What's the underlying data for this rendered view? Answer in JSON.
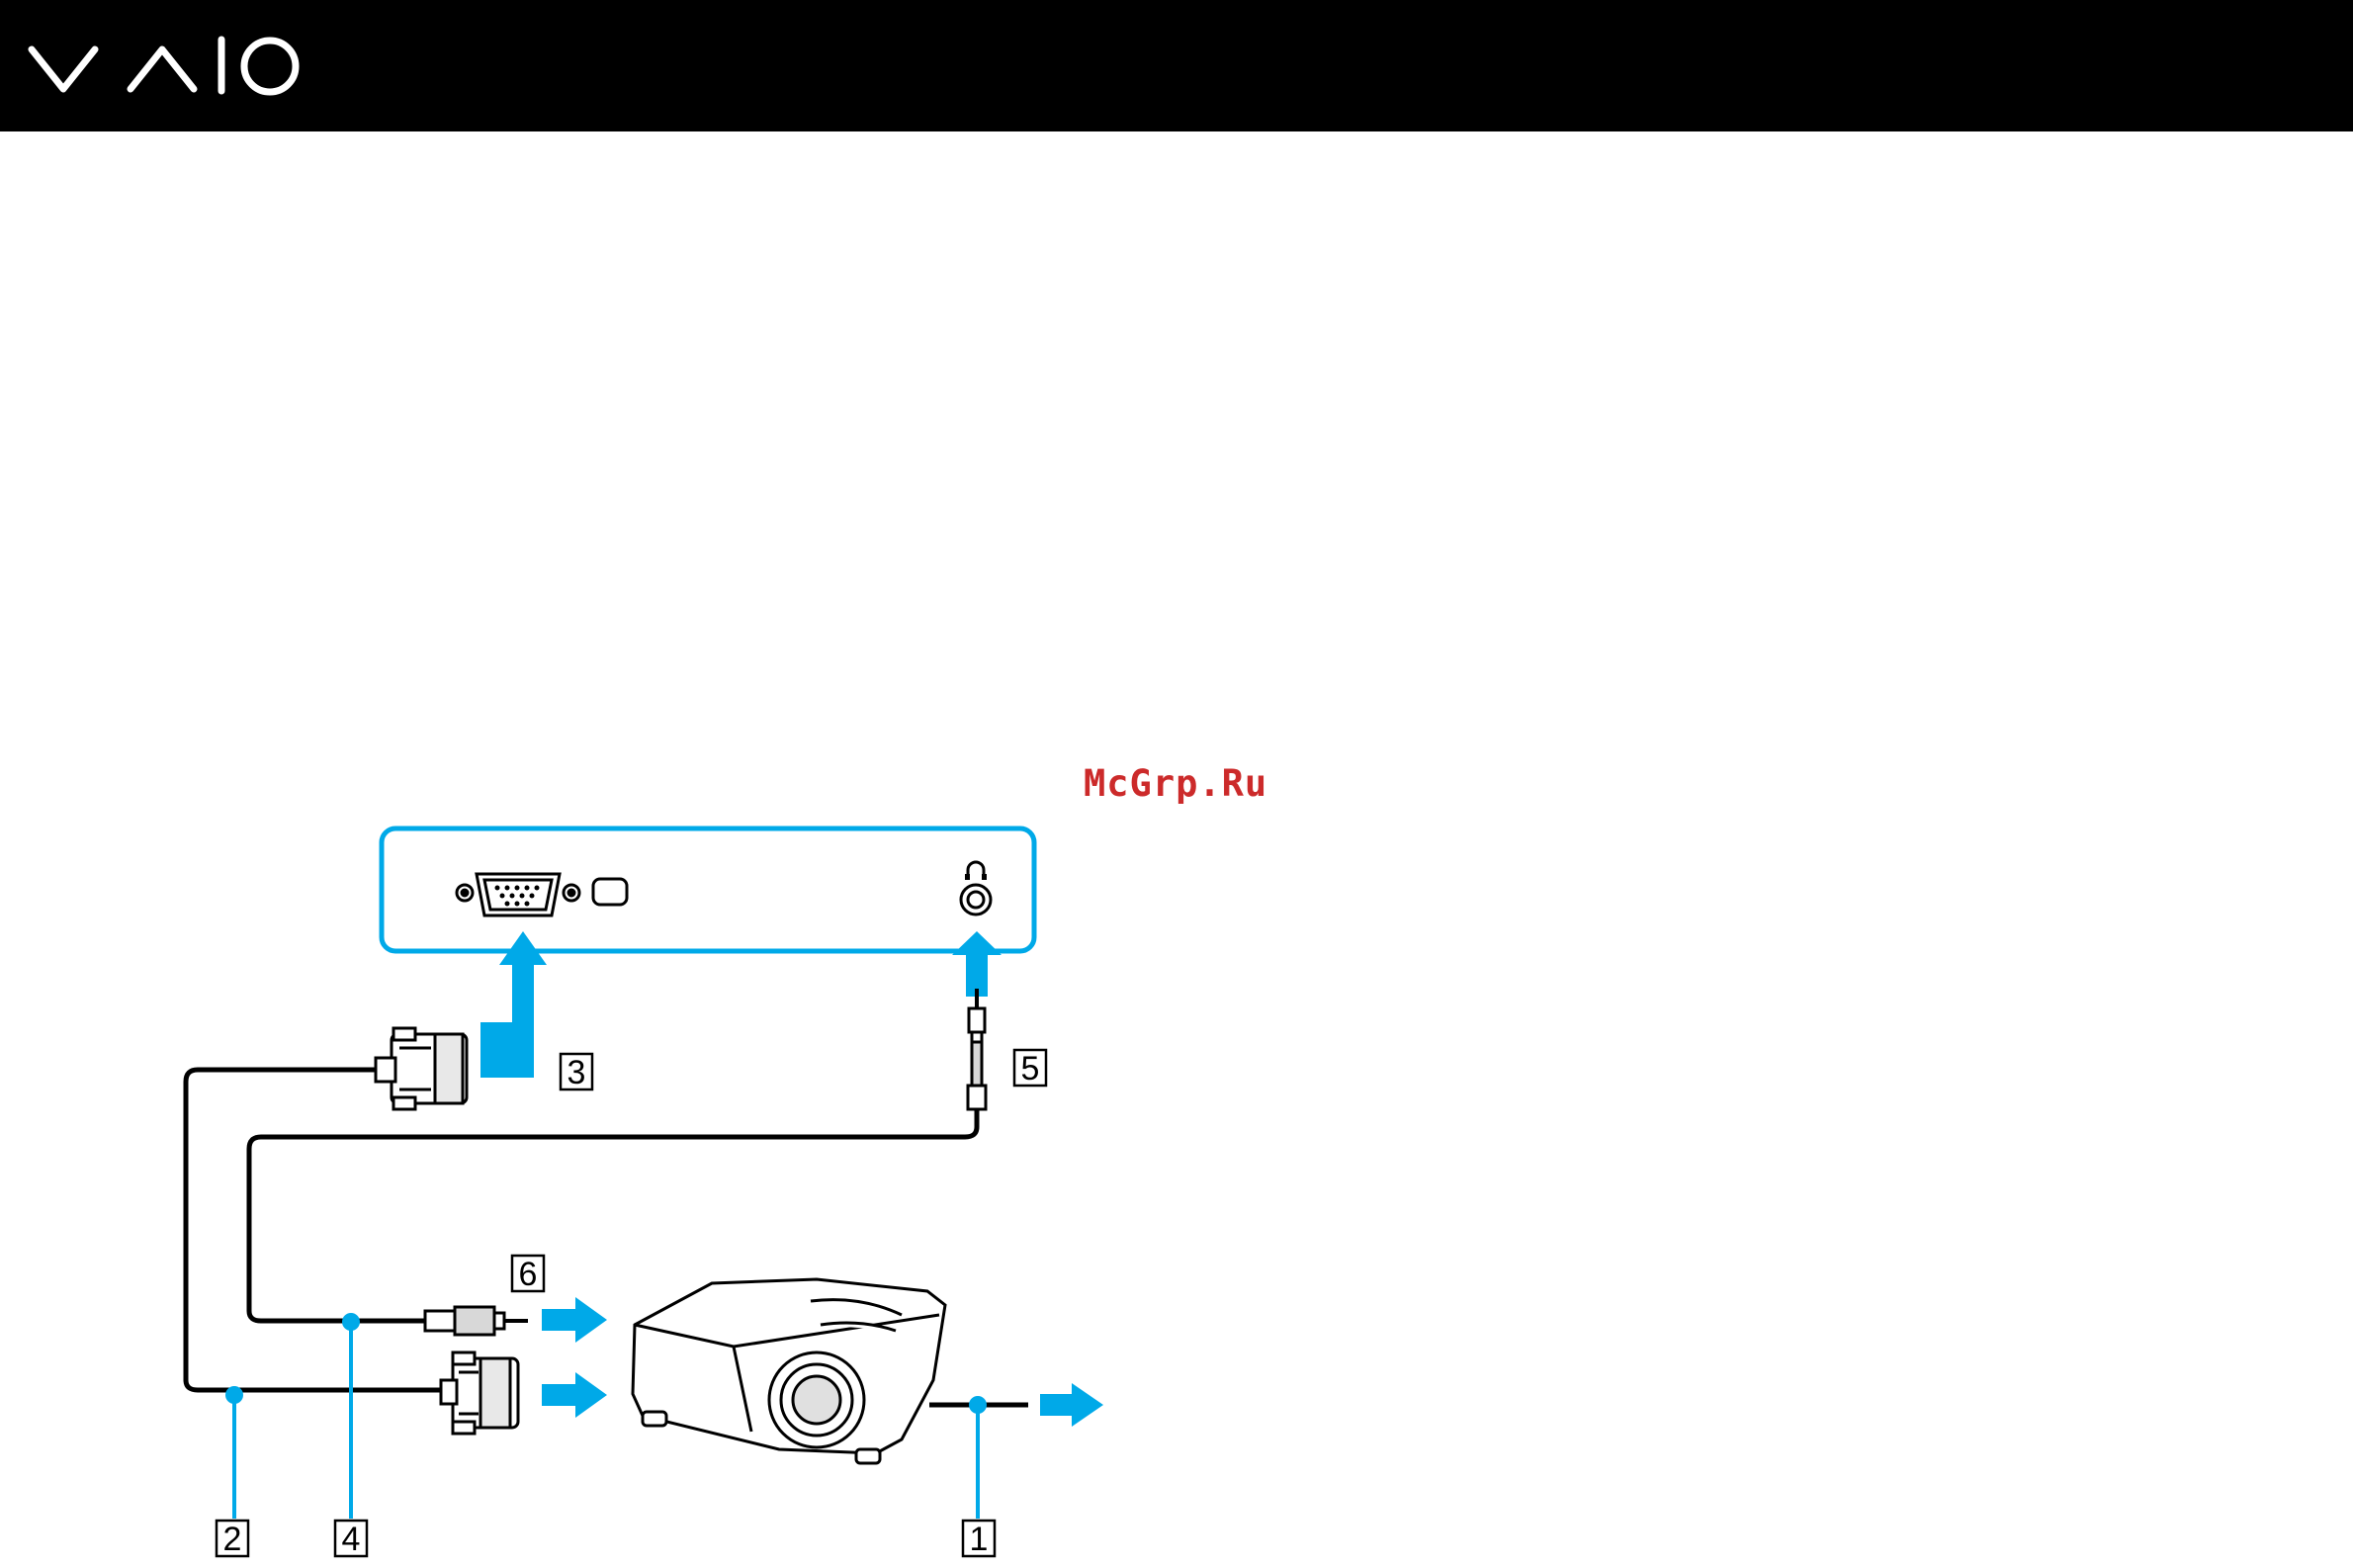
{
  "header": {
    "logo_text": "VAIO"
  },
  "watermark": {
    "text": "McGrp.Ru"
  },
  "diagram": {
    "callouts": {
      "c1": "1",
      "c2": "2",
      "c3": "3",
      "c4": "4",
      "c5": "5",
      "c6": "6"
    },
    "accent_color": "#00a9e8"
  }
}
